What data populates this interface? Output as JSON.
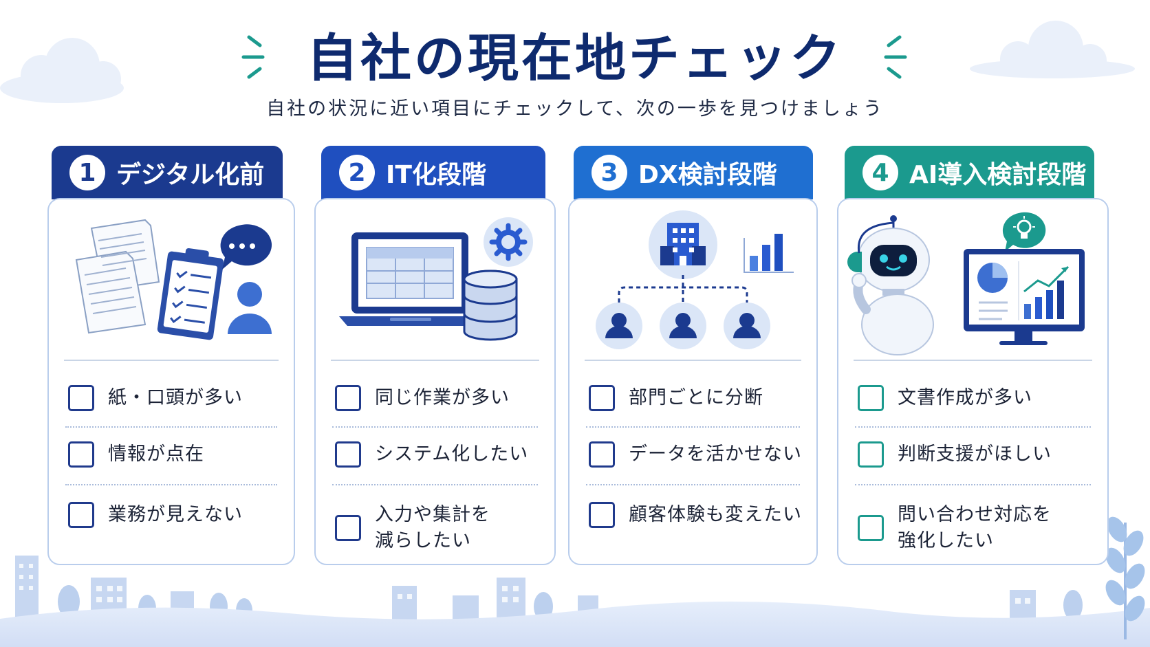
{
  "header": {
    "title": "自社の現在地チェック",
    "subtitle": "自社の状況に近い項目にチェックして、次の一歩を見つけましょう"
  },
  "colors": {
    "navy": "#0e2a6e",
    "stage1": "#1b3a8f",
    "stage2": "#1f4fbf",
    "stage3": "#1f6fd1",
    "stage4": "#1b9a8e",
    "checkbox_blue": "#203a8c",
    "checkbox_teal": "#1b9a8e",
    "card_border": "#b9cdec"
  },
  "stages": [
    {
      "number": "1",
      "title": "デジタル化前",
      "illustration": "paper-documents-clipboard-chat-person-icon",
      "items": [
        "紙・口頭が多い",
        "情報が点在",
        "業務が見えない"
      ]
    },
    {
      "number": "2",
      "title": "IT化段階",
      "illustration": "laptop-spreadsheet-database-gear-icon",
      "items": [
        "同じ作業が多い",
        "システム化したい",
        "入力や集計を",
        "減らしたい"
      ]
    },
    {
      "number": "3",
      "title": "DX検討段階",
      "illustration": "building-org-chart-people-bar-chart-icon",
      "items": [
        "部門ごとに分断",
        "データを活かせない",
        "顧客体験も変えたい"
      ]
    },
    {
      "number": "4",
      "title": "AI導入検討段階",
      "illustration": "robot-monitor-dashboard-lightbulb-icon",
      "items": [
        "文書作成が多い",
        "判断支援がほしい",
        "問い合わせ対応を",
        "強化したい"
      ]
    }
  ]
}
